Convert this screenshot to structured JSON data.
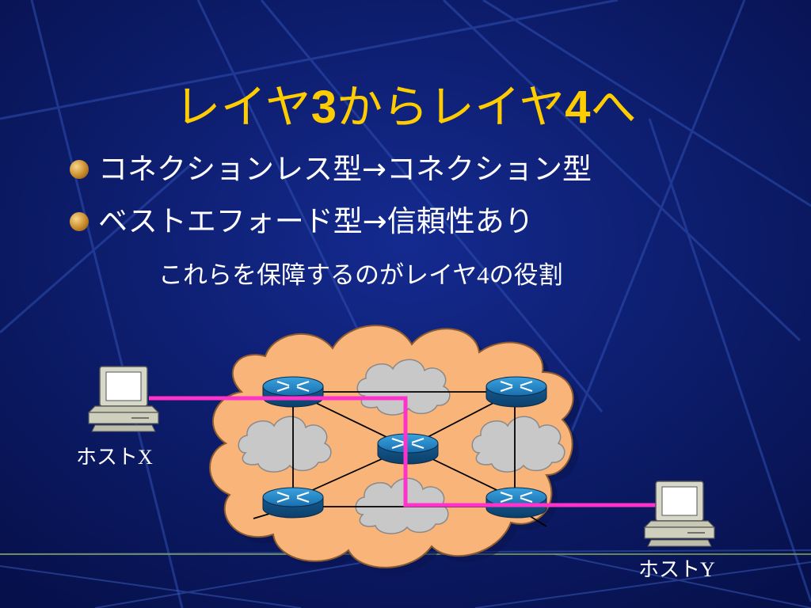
{
  "slide": {
    "title_a": "レイヤ",
    "title_b": "3",
    "title_c": "からレイヤ",
    "title_d": "4",
    "title_e": "へ",
    "bullets": [
      "コネクションレス型→コネクション型",
      "ベストエフォード型→信頼性あり"
    ],
    "note_a": "これらを保障するのがレイヤ",
    "note_b": "4",
    "note_c": "の役割"
  },
  "diagram": {
    "host_x": {
      "prefix": "ホスト",
      "letter": "X"
    },
    "host_y": {
      "prefix": "ホスト",
      "letter": "Y"
    }
  },
  "colors": {
    "background": "#0b1a6e",
    "title": "#ffcc00",
    "path": "#ff33cc",
    "cloud": "#f9b47a",
    "subnet": "#c8c8c8",
    "router": "#1a7ab8"
  }
}
